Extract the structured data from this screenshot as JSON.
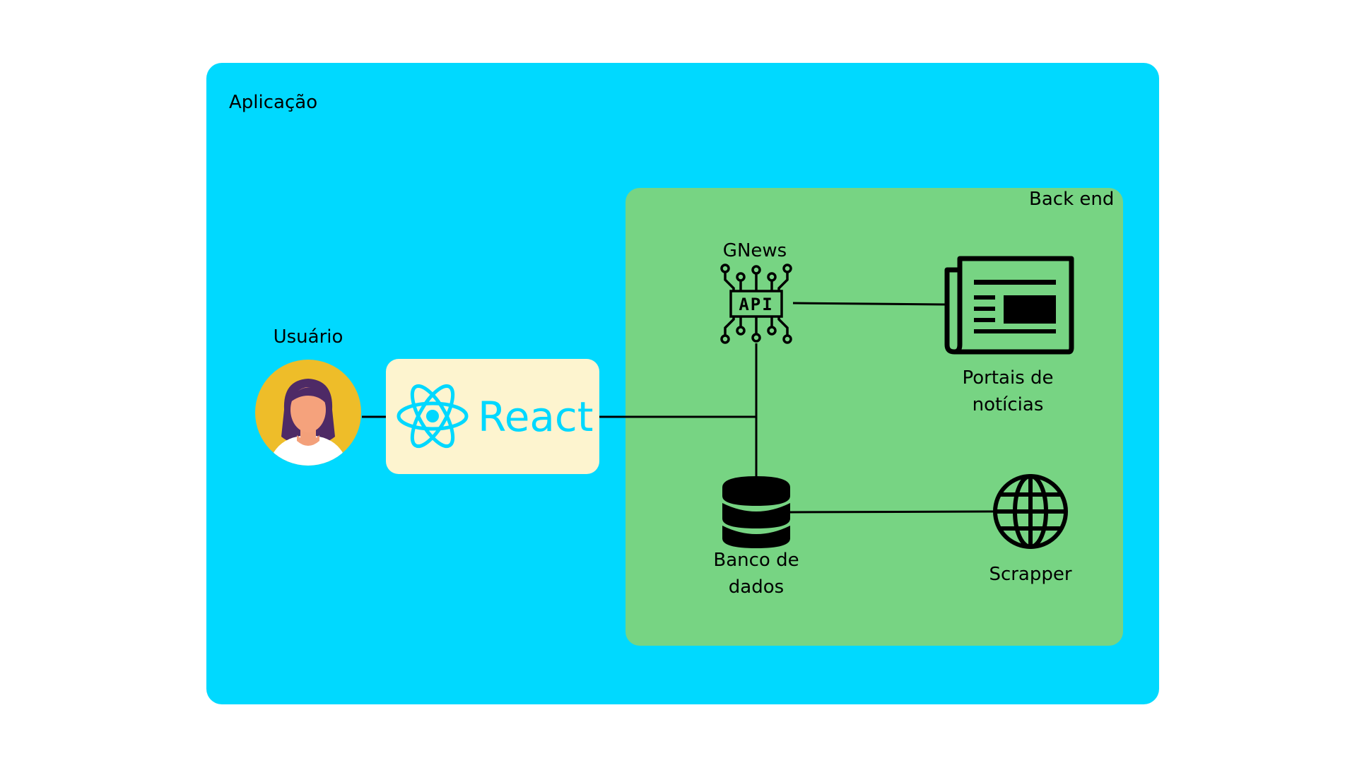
{
  "containers": {
    "application": {
      "label": "Aplicação",
      "color": "#00d9ff"
    },
    "backend": {
      "label": "Back end",
      "color": "#77d483"
    }
  },
  "nodes": {
    "user": {
      "label": "Usuário",
      "icon": "user-avatar-icon"
    },
    "react": {
      "label": "React",
      "icon": "react-logo-icon",
      "text_color": "#00d8ff",
      "box_color": "#fdf4cf"
    },
    "gnews": {
      "label": "GNews",
      "icon": "api-chip-icon",
      "icon_text": "API"
    },
    "portals": {
      "label": "Portais de\nnotícias",
      "icon": "newspaper-icon"
    },
    "database": {
      "label": "Banco de\ndados",
      "icon": "database-icon"
    },
    "scrapper": {
      "label": "Scrapper",
      "icon": "globe-icon"
    }
  },
  "edges": [
    {
      "from": "user",
      "to": "react"
    },
    {
      "from": "react",
      "to": "backend"
    },
    {
      "from": "gnews",
      "to": "database"
    },
    {
      "from": "gnews",
      "to": "portals"
    },
    {
      "from": "database",
      "to": "scrapper"
    }
  ]
}
